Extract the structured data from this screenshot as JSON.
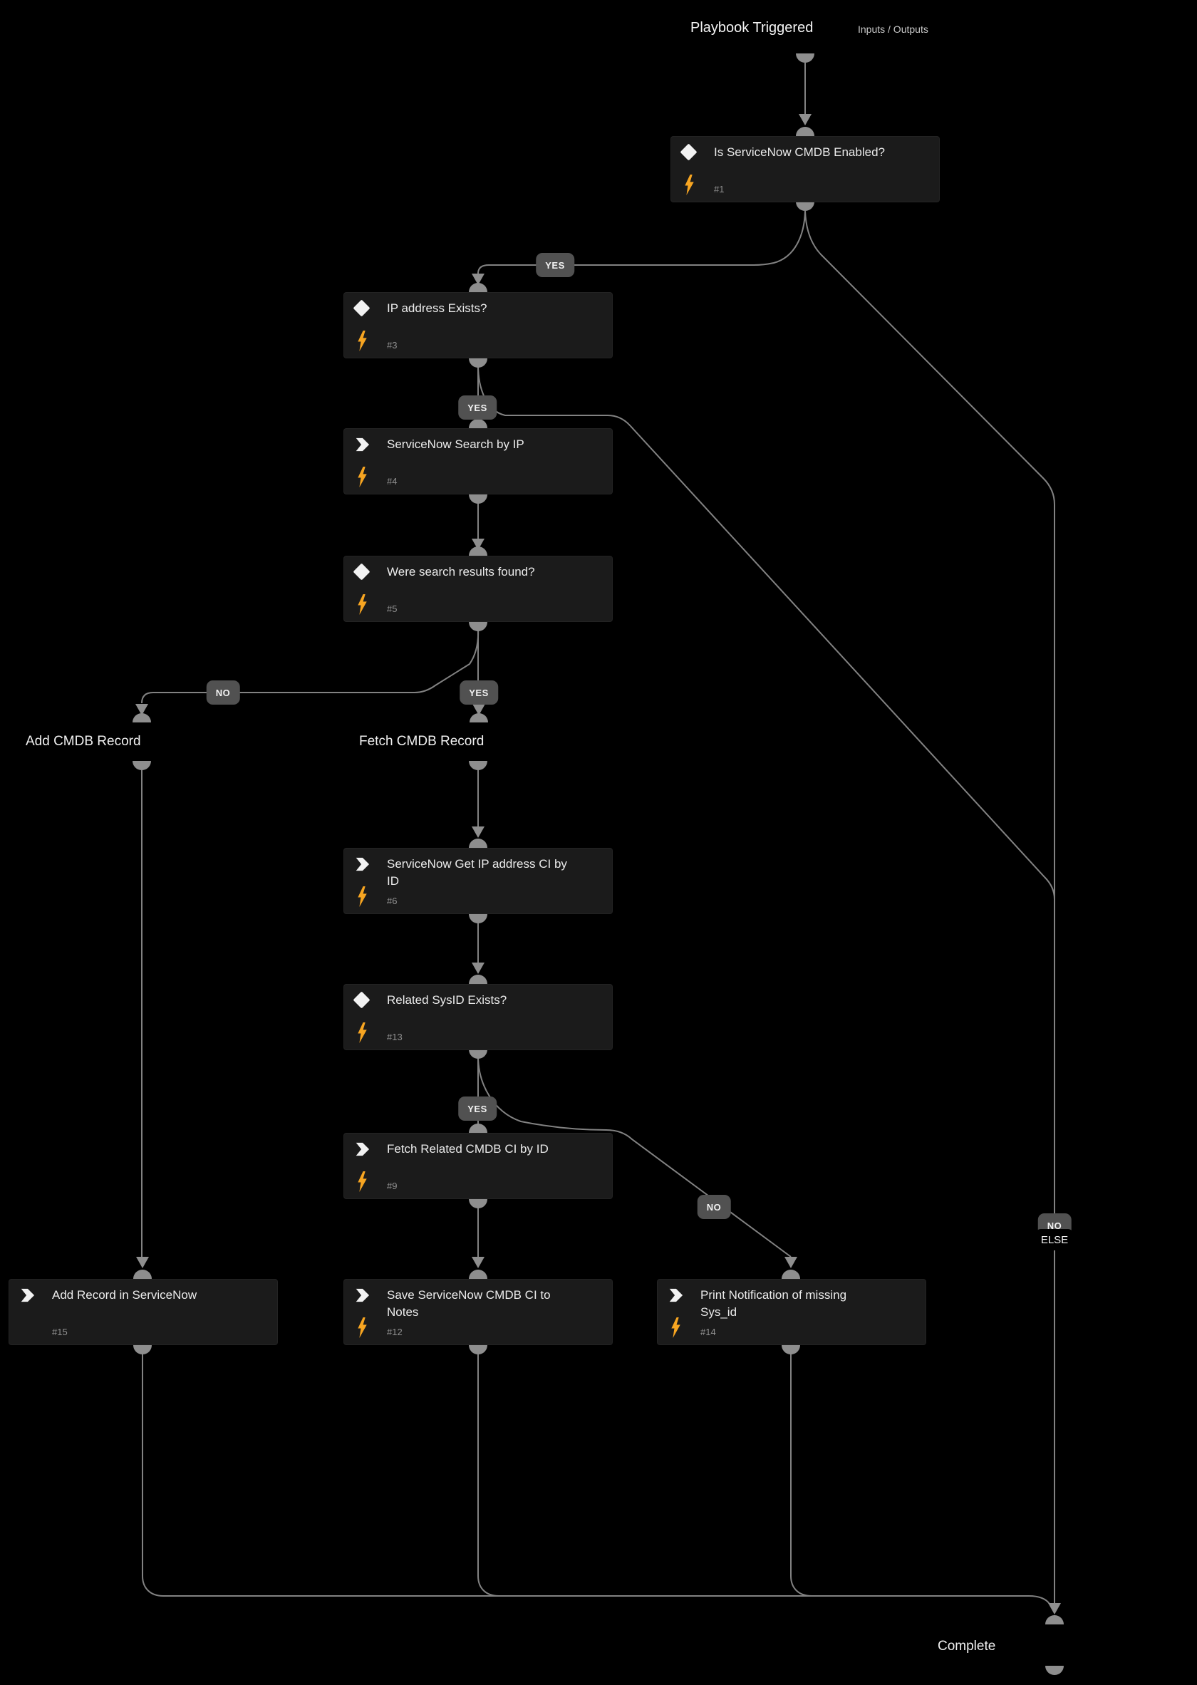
{
  "header": {
    "title": "Playbook Triggered",
    "tab": "Inputs / Outputs"
  },
  "labels": {
    "yes": "YES",
    "no": "NO",
    "else": "ELSE"
  },
  "sections": {
    "add": "Add CMDB Record",
    "fetch": "Fetch CMDB Record",
    "complete": "Complete"
  },
  "colors": {
    "canvas": "#000000",
    "node_bg": "#1b1b1b",
    "edge": "#828282",
    "badge_bg": "#515151",
    "bolt": "#F7A521",
    "title_text": "#ebebeb",
    "num_text": "#909090"
  },
  "icons": {
    "condition": "diamond-icon",
    "automation": "chevron-right-icon",
    "quiet_mode": "lightning-bolt-icon"
  },
  "nodes": [
    {
      "id": "#1",
      "title": "Is ServiceNow CMDB Enabled?",
      "type": "condition",
      "has_bolt": true
    },
    {
      "id": "#3",
      "title": "IP address Exists?",
      "type": "condition",
      "has_bolt": true
    },
    {
      "id": "#4",
      "title": "ServiceNow Search by IP",
      "type": "automation",
      "has_bolt": true
    },
    {
      "id": "#5",
      "title": "Were search results found?",
      "type": "condition",
      "has_bolt": true
    },
    {
      "id": "#6",
      "title": "ServiceNow Get IP address CI by\nID",
      "type": "automation",
      "has_bolt": true
    },
    {
      "id": "#13",
      "title": "Related SysID Exists?",
      "type": "condition",
      "has_bolt": true
    },
    {
      "id": "#9",
      "title": "Fetch Related CMDB CI by ID",
      "type": "automation",
      "has_bolt": true
    },
    {
      "id": "#15",
      "title": "Add Record in ServiceNow",
      "type": "automation",
      "has_bolt": false
    },
    {
      "id": "#12",
      "title": "Save ServiceNow CMDB CI to Notes",
      "type": "automation",
      "has_bolt": true
    },
    {
      "id": "#14",
      "title": "Print Notification of missing\nSys_id",
      "type": "automation",
      "has_bolt": true
    }
  ]
}
